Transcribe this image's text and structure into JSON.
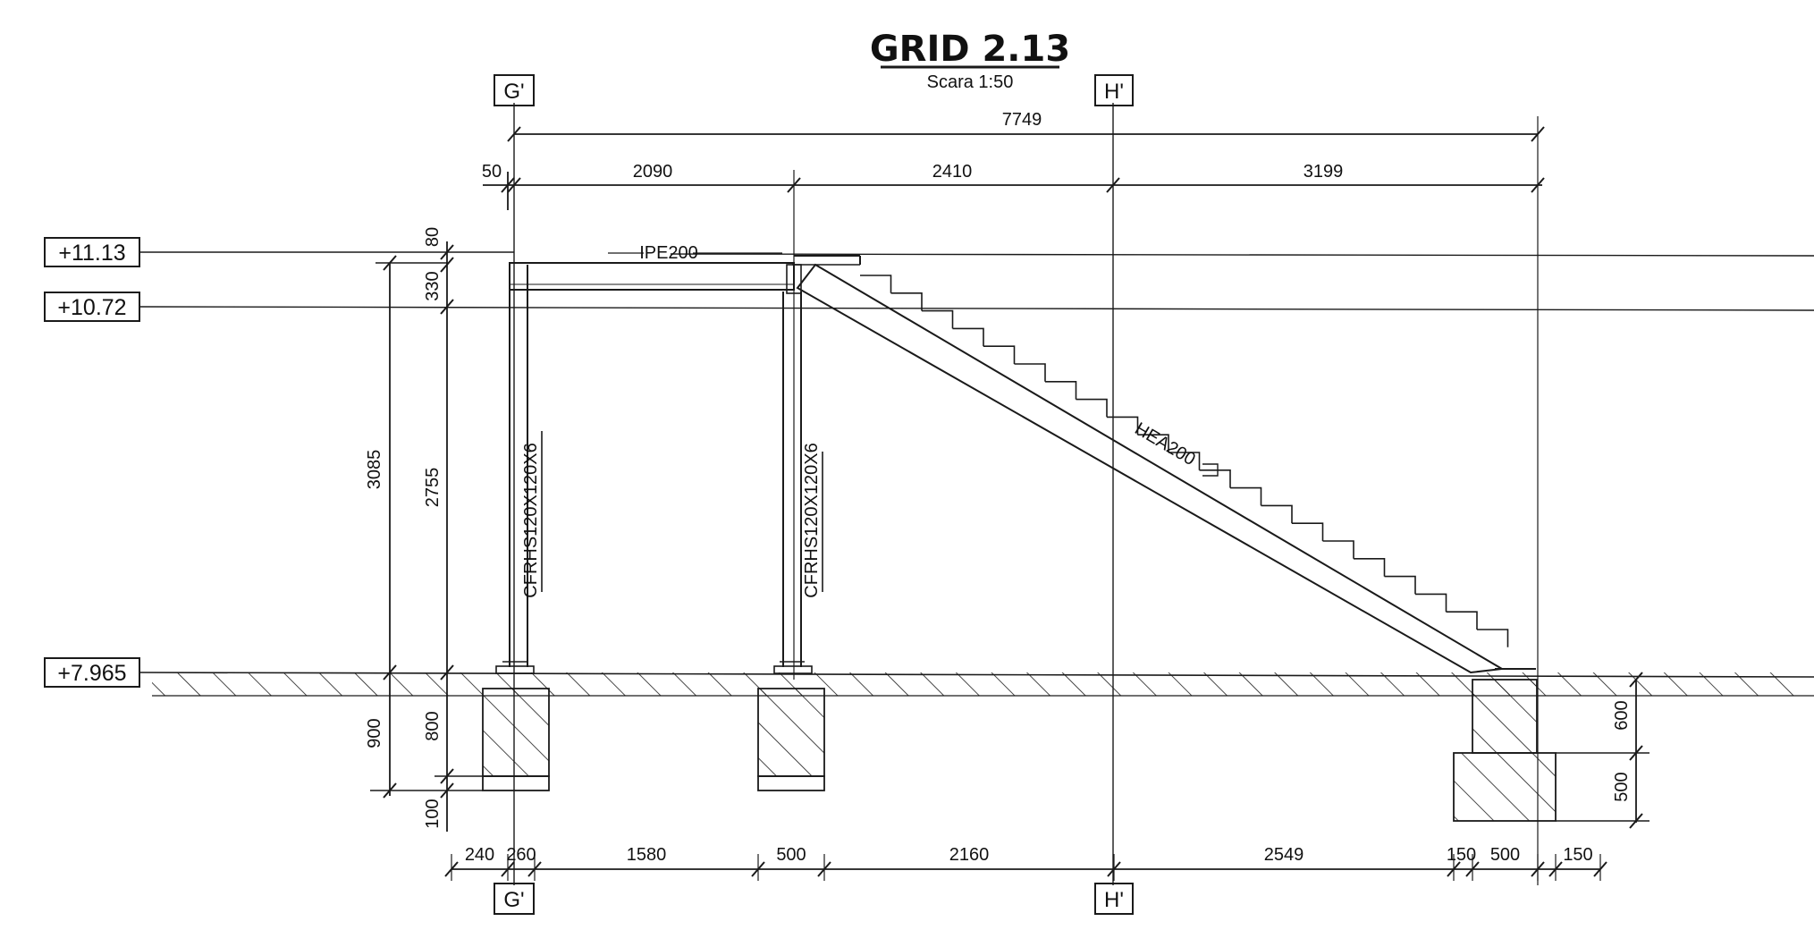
{
  "title": "GRID 2.13",
  "scale": "Scara  1:50",
  "grids": {
    "g": "G'",
    "h": "H'"
  },
  "levels": {
    "top": "+11.13",
    "mid": "+10.72",
    "ground": "+7.965"
  },
  "members": {
    "beam": "IPE200",
    "stringer": "HEA200",
    "column_left": "CFRHS120X120X6",
    "column_mid": "CFRHS120X120X6"
  },
  "dims": {
    "overall": "7749",
    "top": [
      "50",
      "2090",
      "2410",
      "3199"
    ],
    "bottom": [
      "240",
      "260",
      "1580",
      "500",
      "2160",
      "2549",
      "150",
      "500",
      "150"
    ],
    "vertical_outer": "3085",
    "vertical_mid": "2755",
    "beam_flange": "80",
    "beam_depth": "330",
    "foot_outer": "900",
    "foot_inner": "800",
    "foot_blinding": "100",
    "right_upper": "600",
    "right_lower": "500"
  },
  "colors": {
    "line": "#1a1a1a",
    "paper": "#ffffff"
  }
}
